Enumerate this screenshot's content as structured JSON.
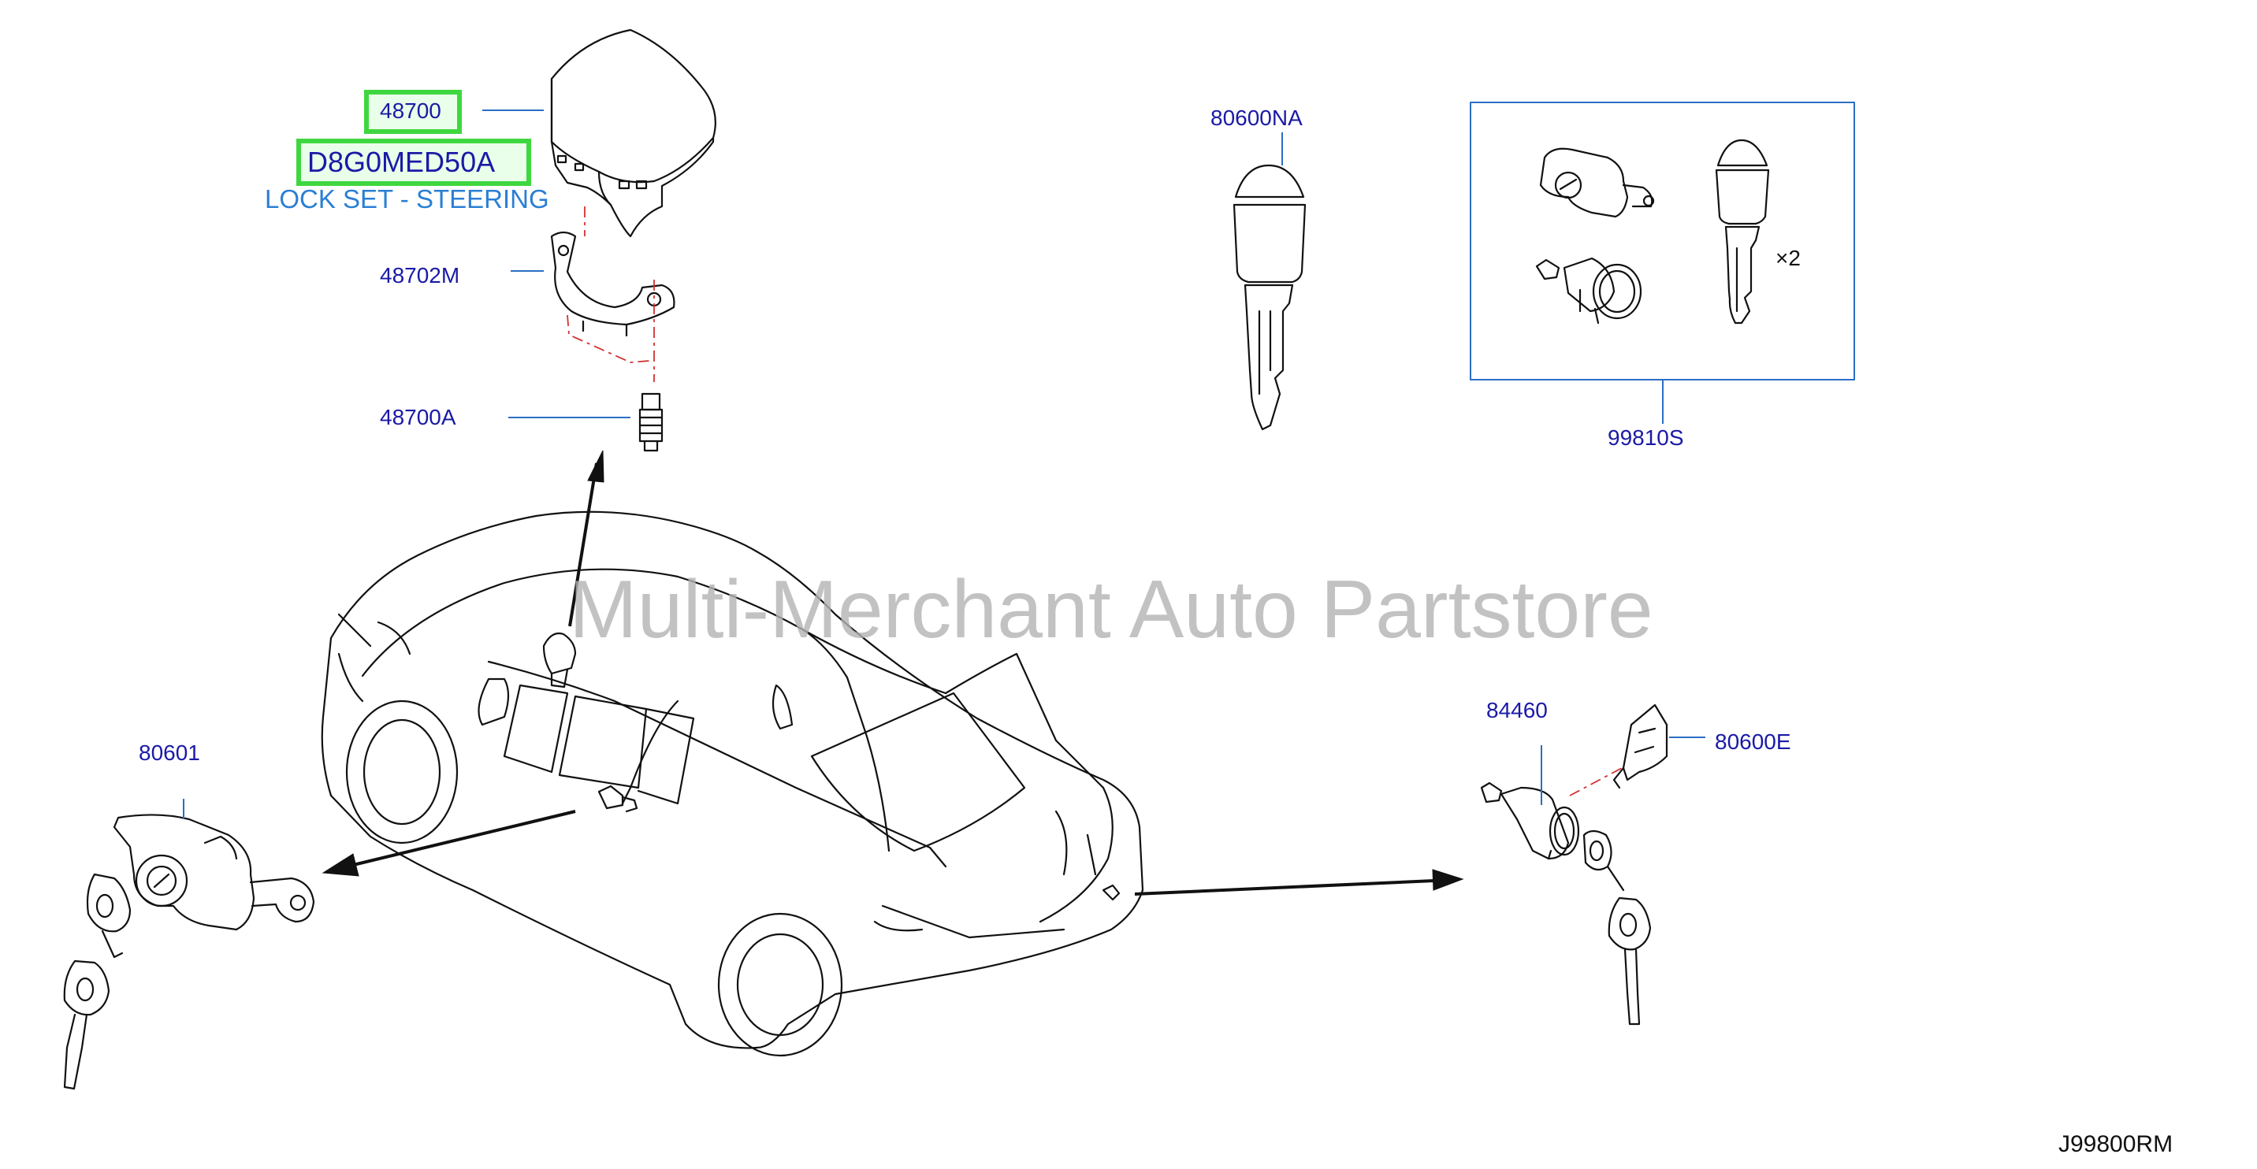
{
  "highlight": {
    "part_number": "48700",
    "part_code": "D8G0MED50A",
    "description": "LOCK SET - STEERING"
  },
  "callouts": [
    {
      "id": "48702m",
      "label": "48702M"
    },
    {
      "id": "48700a",
      "label": "48700A"
    },
    {
      "id": "80600na",
      "label": "80600NA"
    },
    {
      "id": "99810s",
      "label": "99810S"
    },
    {
      "id": "80601",
      "label": "80601"
    },
    {
      "id": "84460",
      "label": "84460"
    },
    {
      "id": "80600e",
      "label": "80600E"
    }
  ],
  "kit_quantity": "×2",
  "watermark": "Multi-Merchant Auto Partstore",
  "diagram_code": "J99800RM",
  "colors": {
    "label_blue": "#1a1aa6",
    "highlight_green": "#3fd73f",
    "description_blue": "#2a7fd4",
    "leader_line": "#2a6fc4",
    "dash_red": "#d23232",
    "ink": "#111111"
  }
}
